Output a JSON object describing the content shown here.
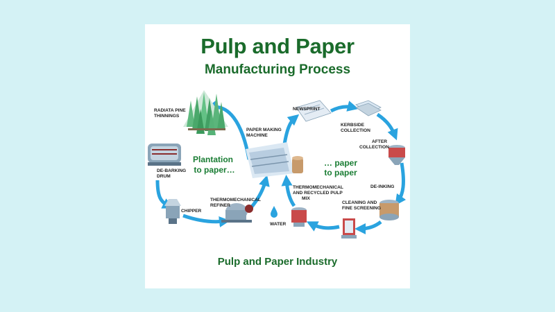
{
  "title": "Pulp and Paper",
  "subtitle": "Manufacturing Process",
  "footer": "Pulp and Paper Industry",
  "colors": {
    "background": "#d4f2f5",
    "title_green": "#1a6b2b",
    "arrow_blue": "#2aa3df"
  },
  "left_loop": [
    "Plantation",
    "to paper…"
  ],
  "right_loop": [
    "… paper",
    "to paper"
  ],
  "steps": {
    "radiata": [
      "RADIATA PINE",
      "THINNINGS"
    ],
    "debarking": [
      "DE-BARKING",
      "DRUM"
    ],
    "chipper": [
      "CHIPPER"
    ],
    "refiner": [
      "THERMOMECHANICAL",
      "REFINER"
    ],
    "water": [
      "WATER"
    ],
    "paper_machine": [
      "PAPER MAKING",
      "MACHINE"
    ],
    "newsprint": [
      "NEWSPRINT"
    ],
    "kerbside": [
      "KERBSIDE",
      "COLLECTION"
    ],
    "after": [
      "AFTER",
      "COLLECTION"
    ],
    "deinking": [
      "DE-INKING"
    ],
    "cleaning": [
      "CLEANING AND",
      "FINE SCREENING"
    ],
    "recycled_mix": [
      "THERMOMECHANICAL",
      "AND RECYCLED PULP",
      "MIX"
    ]
  }
}
